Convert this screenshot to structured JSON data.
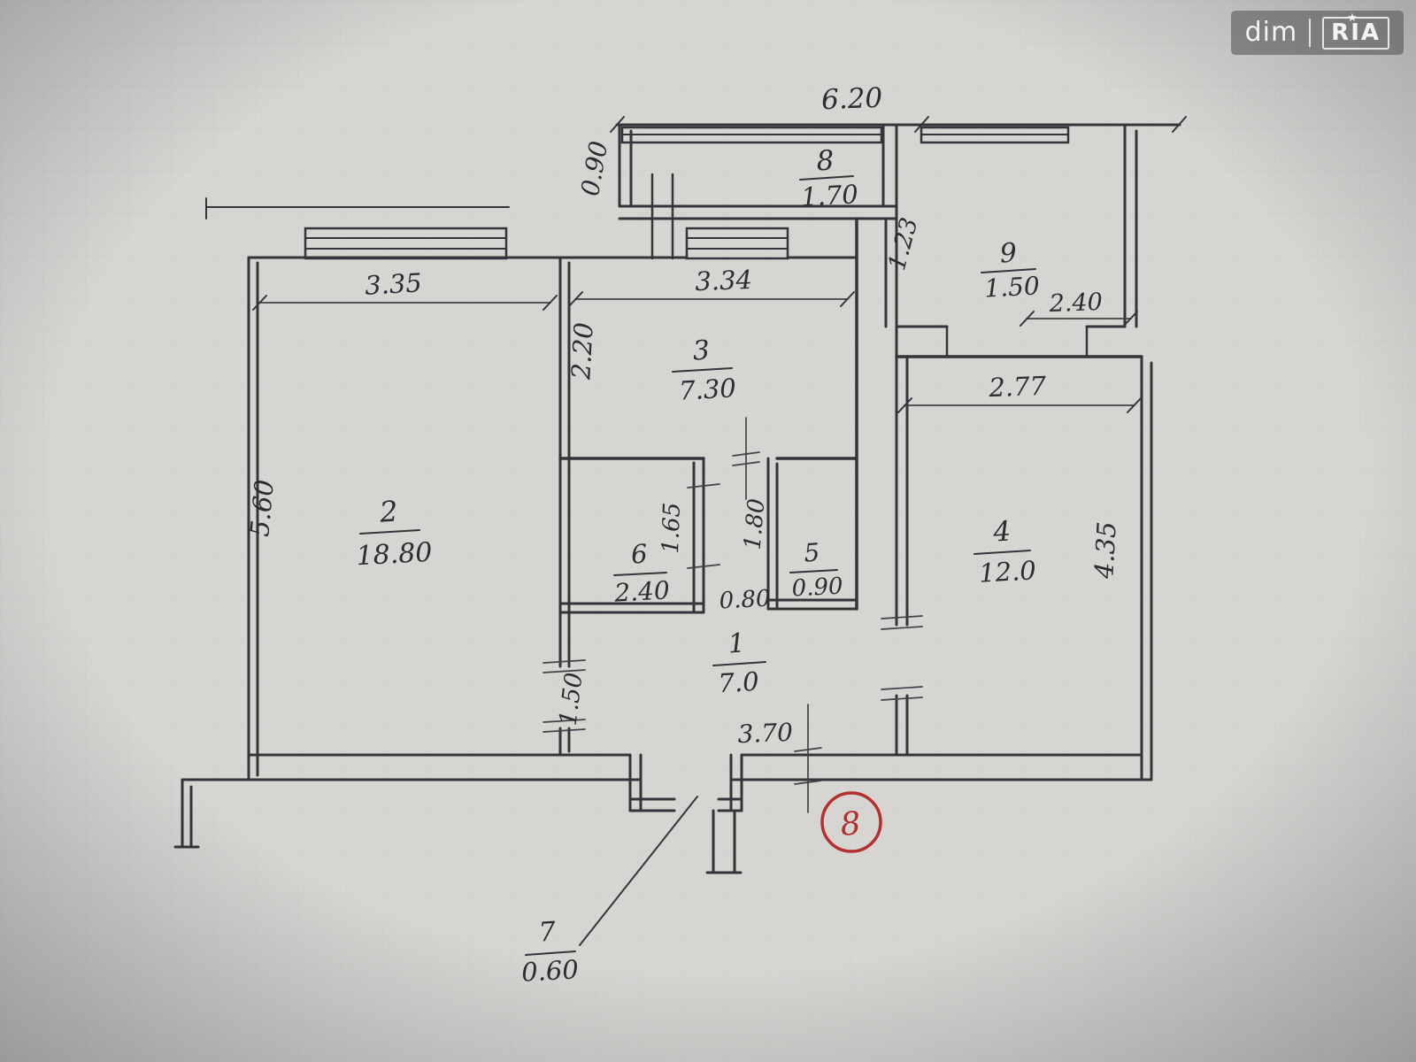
{
  "watermark": {
    "brand_left": "dim",
    "brand_right": "RIA",
    "star": "★"
  },
  "plan": {
    "marker_number": "8",
    "rooms": {
      "r1": {
        "number": "1",
        "area": "7.0"
      },
      "r2": {
        "number": "2",
        "area": "18.80"
      },
      "r3": {
        "number": "3",
        "area": "7.30"
      },
      "r4": {
        "number": "4",
        "area": "12.0"
      },
      "r5": {
        "number": "5",
        "area": "0.90"
      },
      "r6": {
        "number": "6",
        "area": "2.40"
      },
      "r7": {
        "number": "7",
        "area": "0.60"
      },
      "r8": {
        "number": "8",
        "area": "1.70"
      },
      "r9": {
        "number": "9",
        "area": "1.50"
      }
    },
    "dims": {
      "top_width": "6.20",
      "balcony_depth": "0.90",
      "r9_left": "1.23",
      "r9_door": "2.40",
      "r3_width": "3.34",
      "r3_left": "2.20",
      "r2_width": "3.35",
      "r2_depth": "5.60",
      "r4_width": "2.77",
      "r4_depth": "4.35",
      "r6_dim": "1.65",
      "corridor_len": "1.80",
      "corridor_w": "0.80",
      "r1_door": "1.50",
      "r1_width": "3.70"
    }
  }
}
